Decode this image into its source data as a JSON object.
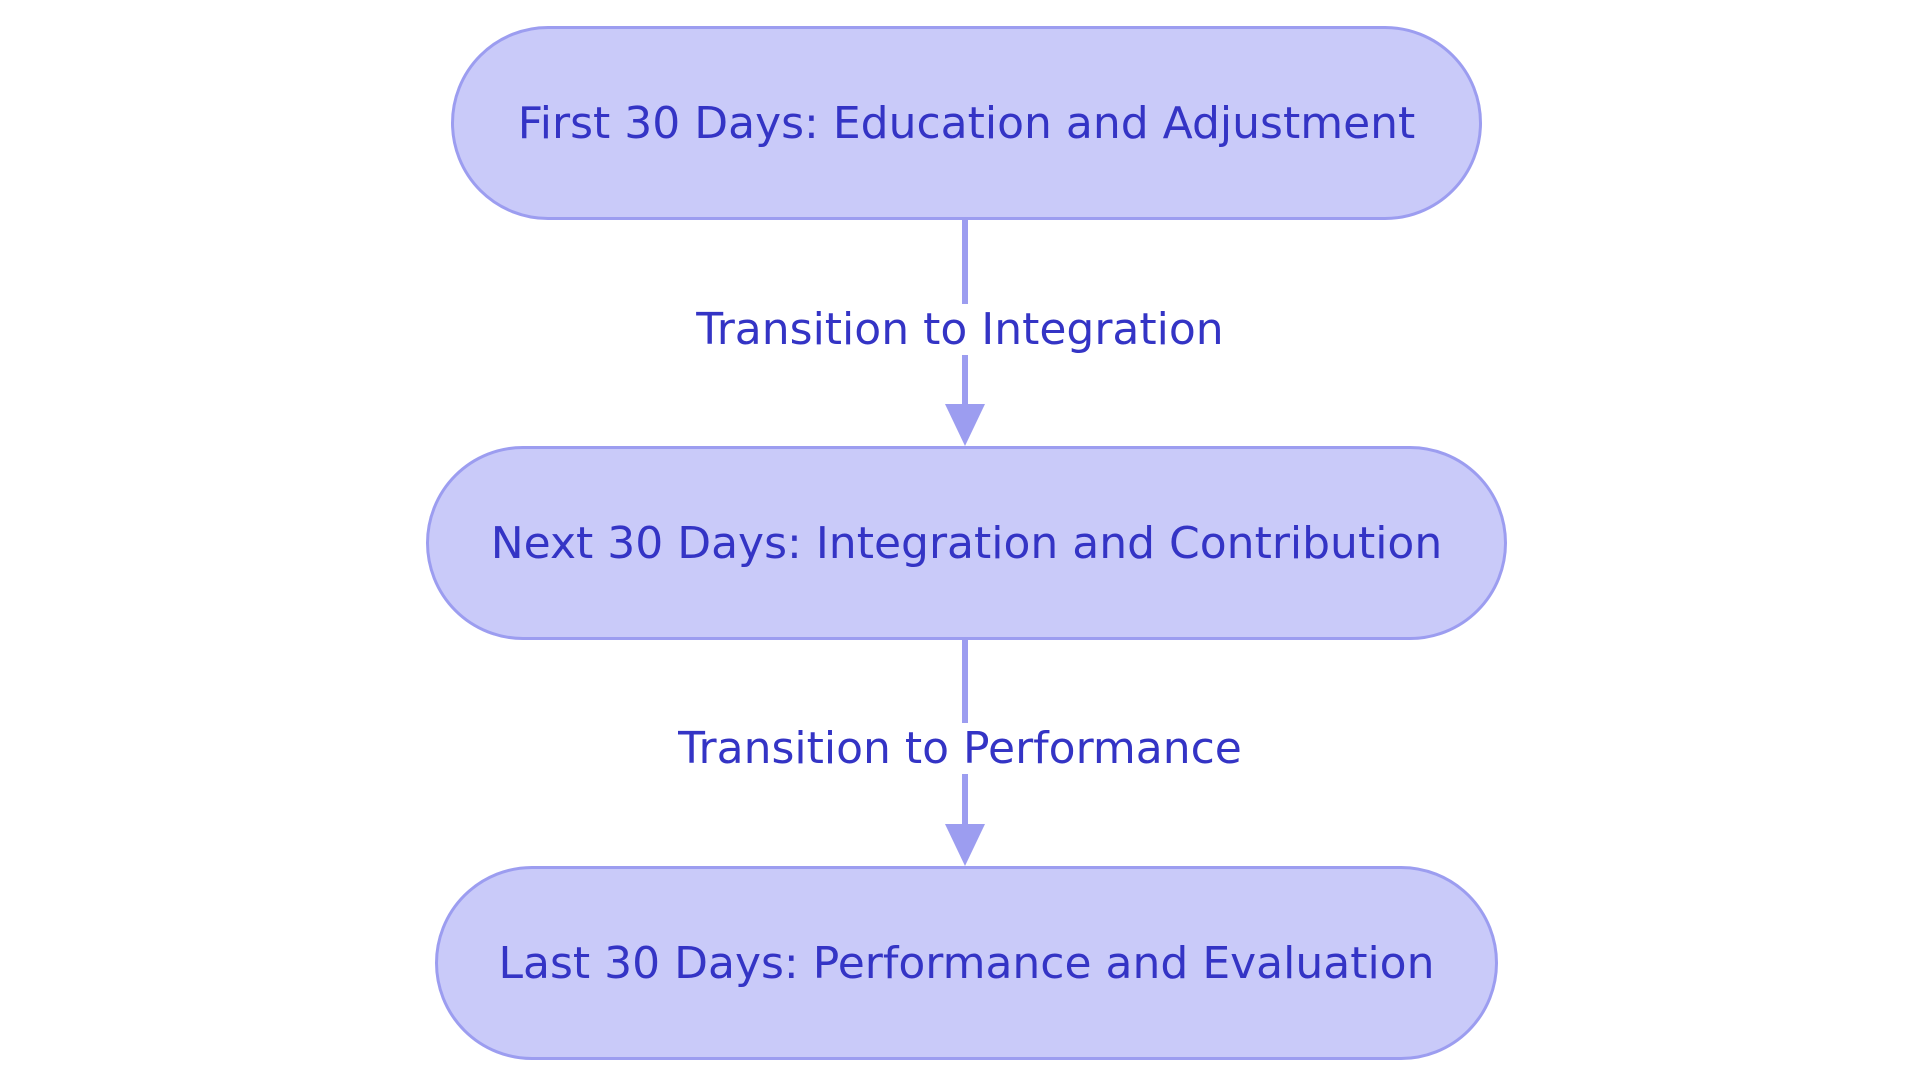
{
  "diagram": {
    "nodes": [
      {
        "id": "first",
        "label": "First 30 Days: Education and Adjustment"
      },
      {
        "id": "next",
        "label": "Next 30 Days: Integration and Contribution"
      },
      {
        "id": "last",
        "label": "Last 30 Days: Performance and Evaluation"
      }
    ],
    "edges": [
      {
        "from": "first",
        "to": "next",
        "label": "Transition to Integration"
      },
      {
        "from": "next",
        "to": "last",
        "label": "Transition to Performance"
      }
    ],
    "colors": {
      "node_fill": "#c9caf9",
      "node_border": "#9c9df0",
      "text": "#3434c5",
      "connector": "#9c9df0"
    }
  }
}
